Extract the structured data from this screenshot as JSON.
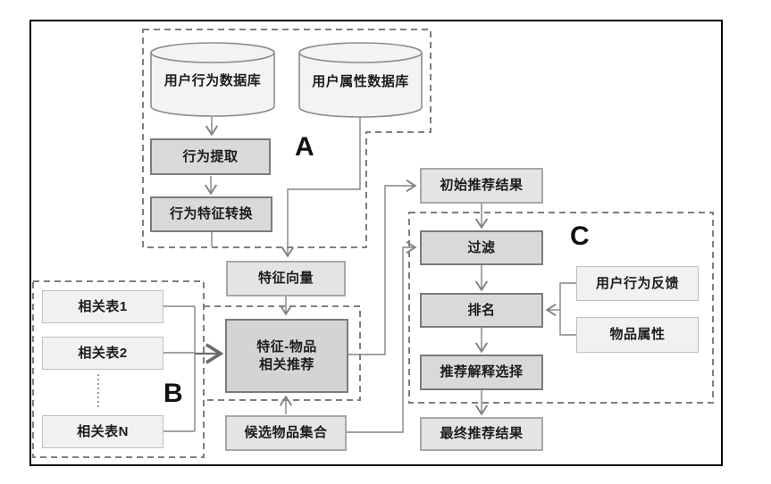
{
  "section_labels": {
    "a": "A",
    "b": "B",
    "c": "C"
  },
  "nodes": {
    "db_user_behavior": {
      "label": "用户行为数据库",
      "shape": "cylinder"
    },
    "db_user_attr": {
      "label": "用户属性数据库",
      "shape": "cylinder"
    },
    "behavior_extract": {
      "label": "行为提取"
    },
    "behavior_feature_transform": {
      "label": "行为特征转换"
    },
    "feature_vector": {
      "label": "特征向量"
    },
    "related_table_1": {
      "label": "相关表1"
    },
    "related_table_2": {
      "label": "相关表2"
    },
    "related_table_n": {
      "label": "相关表N"
    },
    "feature_item_rec": {
      "label_line1": "特征-物品",
      "label_line2": "相关推荐"
    },
    "candidate_item_set": {
      "label": "候选物品集合"
    },
    "initial_rec_result": {
      "label": "初始推荐结果"
    },
    "filter": {
      "label": "过滤"
    },
    "ranking": {
      "label": "排名"
    },
    "rec_explanation_select": {
      "label": "推荐解释选择"
    },
    "user_behavior_feedback": {
      "label": "用户行为反馈"
    },
    "item_attributes": {
      "label": "物品属性"
    },
    "final_rec_result": {
      "label": "最终推荐结果"
    }
  },
  "edges": [
    {
      "from": "db_user_behavior",
      "to": "behavior_extract"
    },
    {
      "from": "behavior_extract",
      "to": "behavior_feature_transform"
    },
    {
      "from": "behavior_feature_transform",
      "to": "section_a_border"
    },
    {
      "from": "db_user_attr",
      "to": "feature_vector"
    },
    {
      "from": "feature_vector",
      "to": "feature_item_rec"
    },
    {
      "from": "related_table_1",
      "to": "feature_item_rec"
    },
    {
      "from": "related_table_2",
      "to": "feature_item_rec"
    },
    {
      "from": "related_table_n",
      "to": "feature_item_rec"
    },
    {
      "from": "candidate_item_set",
      "to": "feature_item_rec"
    },
    {
      "from": "feature_item_rec",
      "to": "initial_rec_result"
    },
    {
      "from": "initial_rec_result",
      "to": "filter"
    },
    {
      "from": "candidate_item_set",
      "to": "filter"
    },
    {
      "from": "filter",
      "to": "ranking"
    },
    {
      "from": "user_behavior_feedback",
      "to": "ranking"
    },
    {
      "from": "item_attributes",
      "to": "ranking"
    },
    {
      "from": "ranking",
      "to": "rec_explanation_select"
    },
    {
      "from": "rec_explanation_select",
      "to": "final_rec_result"
    }
  ],
  "colors": {
    "frame_border": "#000000",
    "dashed_outline": "#7e7e7e",
    "connector": "#848484",
    "connector_bold": "#6a6a6a",
    "box_dark_fill": "#d9d9d9",
    "box_dark_border": "#7b7b7b",
    "box_mid_fill": "#e4e4e4",
    "box_mid_border": "#a8a8a8",
    "box_light_fill": "#f1f1f1",
    "box_light_border": "#bfbfbf",
    "cylinder_fill": "#f3f3f3",
    "cylinder_stroke": "#8c8c8c",
    "text": "#1c1c1c"
  }
}
